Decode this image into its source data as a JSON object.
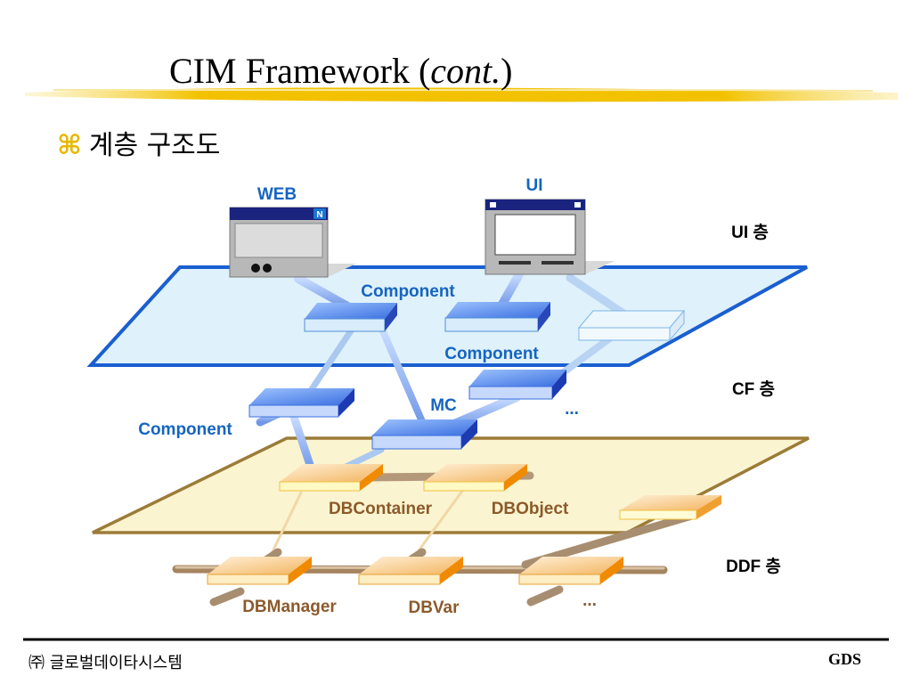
{
  "title": {
    "main": "CIM Framework (",
    "italic": "cont.",
    "close": ")"
  },
  "bullet": {
    "mark": "⌘",
    "text": "계층 구조도"
  },
  "diagram": {
    "labels": {
      "web": "WEB",
      "web_badge": "N",
      "ui": "UI",
      "component_top": "Component",
      "component_mid": "Component",
      "component_left": "Component",
      "mc": "MC",
      "ellipsis_cf": "...",
      "dbcontainer": "DBContainer",
      "dbobject": "DBObject",
      "dbmanager": "DBManager",
      "dbvar": "DBVar",
      "ellipsis_ddf": "..."
    },
    "layers": {
      "ui": "UI 층",
      "cf": "CF 층",
      "ddf": "DDF 층"
    },
    "colors": {
      "ui_plane_fill": "#dff1fb",
      "ui_plane_stroke": "#1a5fd0",
      "ddf_plane_fill": "#fbf4d0",
      "ddf_plane_stroke": "#9c7b38",
      "blue_label": "#1565c0",
      "brown_label": "#8b5a2b",
      "accent_yellow": "#f2c200"
    }
  },
  "footer": {
    "left": "㈜ 글로벌데이타시스템",
    "right": "GDS"
  }
}
